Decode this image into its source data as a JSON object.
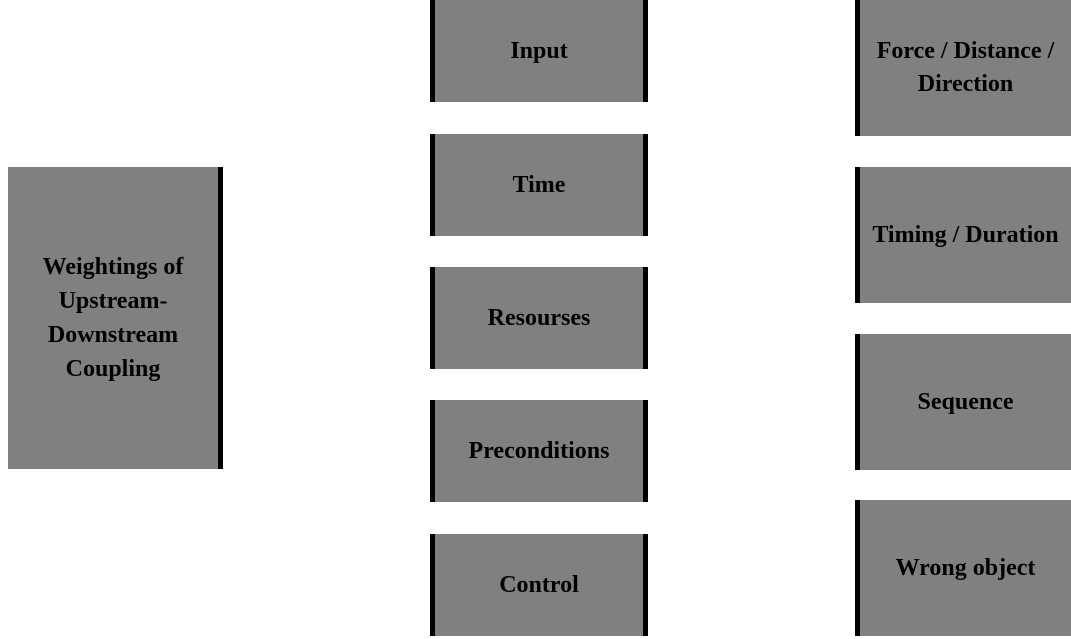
{
  "left": {
    "label": "Weightings of Upstream-Downstream Coupling"
  },
  "middle": [
    {
      "label": "Input"
    },
    {
      "label": "Time"
    },
    {
      "label": "Resourses"
    },
    {
      "label": "Preconditions"
    },
    {
      "label": "Control"
    }
  ],
  "right": [
    {
      "label": "Force / Distance / Direction"
    },
    {
      "label": "Timing / Duration"
    },
    {
      "label": "Sequence"
    },
    {
      "label": "Wrong object"
    }
  ],
  "colors": {
    "box_fill": "#808080",
    "border": "#000000",
    "background": "#ffffff"
  }
}
